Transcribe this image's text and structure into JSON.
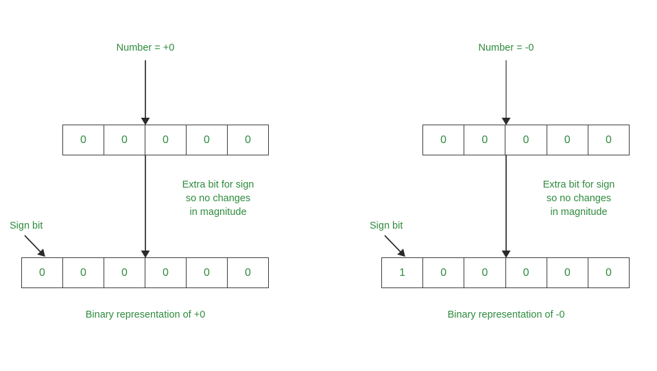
{
  "diagram": {
    "title_semantics": "binary-representation-of-signed-zero",
    "colors": {
      "text_green": "#2e8b3d",
      "box_border": "#3b3b3b",
      "arrow_left": "#2b2b2b",
      "arrow_right": "#6b6b6b"
    }
  },
  "panels": [
    {
      "id": "positive-zero",
      "number_label": "Number = +0",
      "note_lines": [
        "Extra bit for sign",
        "so no changes",
        "in magnitude"
      ],
      "note_text": "Extra bit for sign so no changes in magnitude",
      "sign_bit_label": "Sign bit",
      "caption": "Binary representation of +0",
      "magnitude_bits": [
        "0",
        "0",
        "0",
        "0",
        "0"
      ],
      "signed_bits": [
        "0",
        "0",
        "0",
        "0",
        "0",
        "0"
      ],
      "sign_bit_value": "0"
    },
    {
      "id": "negative-zero",
      "number_label": "Number = -0",
      "note_lines": [
        "Extra bit for sign",
        "so no changes",
        "in magnitude"
      ],
      "note_text": "Extra bit for sign so no changes in magnitude",
      "sign_bit_label": "Sign bit",
      "caption": "Binary representation of -0",
      "magnitude_bits": [
        "0",
        "0",
        "0",
        "0",
        "0"
      ],
      "signed_bits": [
        "1",
        "0",
        "0",
        "0",
        "0",
        "0"
      ],
      "sign_bit_value": "1"
    }
  ]
}
